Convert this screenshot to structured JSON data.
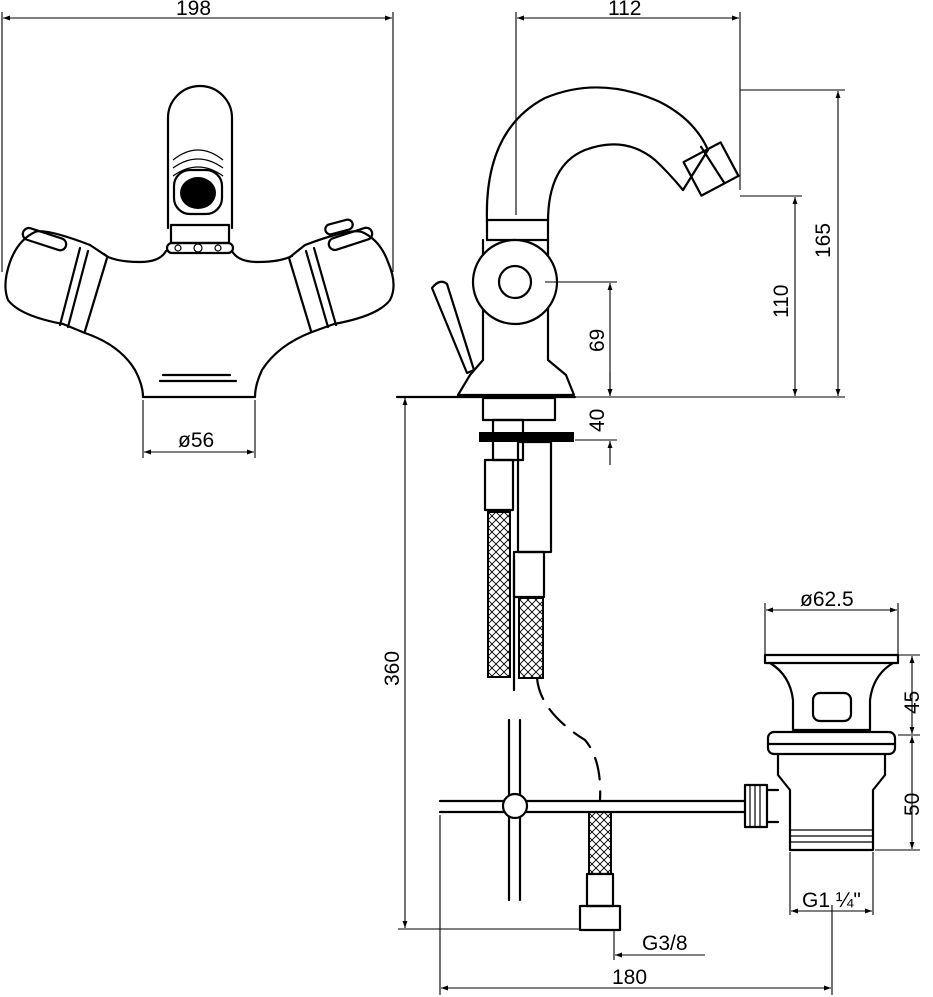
{
  "drawing": {
    "front_view": {
      "width_label": "198",
      "base_diameter_label": "ø56"
    },
    "side_view": {
      "spout_reach_label": "112",
      "total_height_label": "165",
      "outlet_height_label": "110",
      "lever_axis_height_label": "69",
      "max_deck_thickness_label": "40",
      "hose_length_label": "360",
      "hose_connection_label": "G3/8",
      "waste_distance_label": "180"
    },
    "waste_view": {
      "head_diameter_label": "ø62.5",
      "head_height_label": "45",
      "body_height_label": "50",
      "thread_label": "G1 ¼\""
    }
  }
}
